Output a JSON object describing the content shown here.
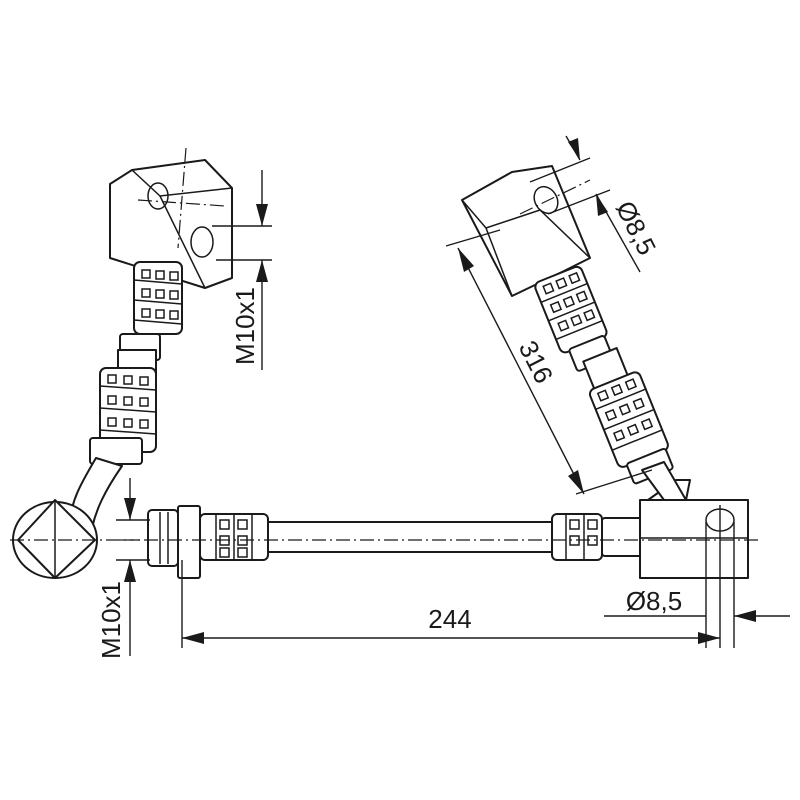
{
  "drawing": {
    "dimensions": {
      "length_horizontal": "244",
      "length_angled": "316",
      "thread_upper_left": "M10x1",
      "thread_lower_left": "M10x1",
      "bore_upper_right": "Ø8,5",
      "bore_lower_right": "Ø8,5"
    }
  }
}
